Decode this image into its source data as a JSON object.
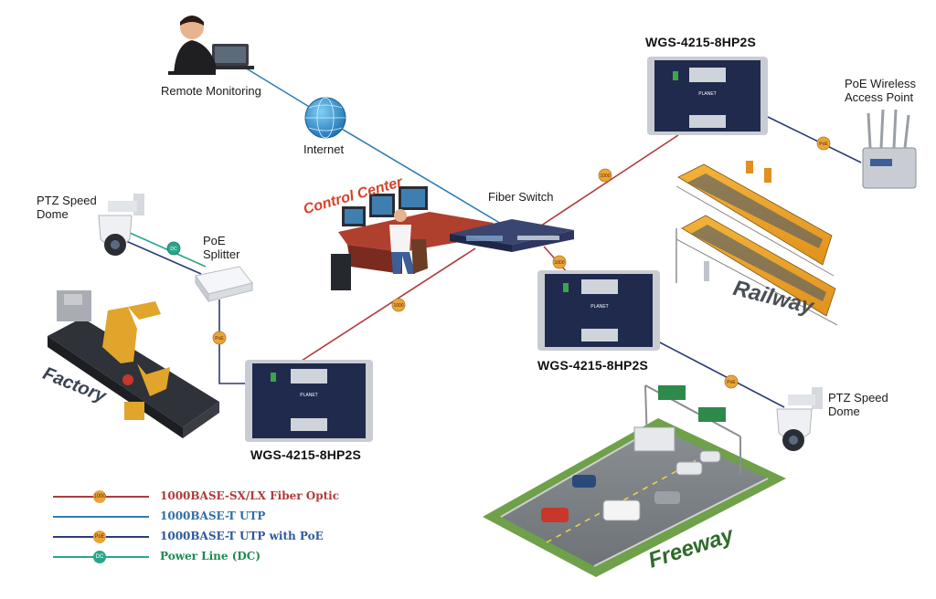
{
  "labels": {
    "remote_monitoring": "Remote Monitoring",
    "internet": "Internet",
    "control_center": "Control Center",
    "fiber_switch": "Fiber Switch",
    "ptz_left_line1": "PTZ Speed",
    "ptz_left_line2": "Dome",
    "poe_splitter_line1": "PoE",
    "poe_splitter_line2": "Splitter",
    "poe_ap_line1": "PoE Wireless",
    "poe_ap_line2": "Access Point",
    "ptz_right_line1": "PTZ Speed",
    "ptz_right_line2": "Dome",
    "railway": "Railway",
    "factory": "Factory",
    "freeway": "Freeway"
  },
  "switches": {
    "top": "WGS-4215-8HP2S",
    "middle": "WGS-4215-8HP2S",
    "bottom": "WGS-4215-8HP2S",
    "brand": "PLANET"
  },
  "badges": {
    "fiber": "1000",
    "poe": "PoE",
    "dc": "DC"
  },
  "legend": [
    {
      "text": "1000BASE-SX/LX Fiber Optic",
      "line_color": "#b03a3a",
      "text_color": "#b03a3a",
      "badge": "1000",
      "badge_color": "#e9a53a"
    },
    {
      "text": "1000BASE-T UTP",
      "line_color": "#2f7fb3",
      "text_color": "#2f6fa8",
      "badge": "",
      "badge_color": ""
    },
    {
      "text": "1000BASE-T UTP with PoE",
      "line_color": "#2b3c7a",
      "text_color": "#2f5a9a",
      "badge": "PoE",
      "badge_color": "#e9a53a"
    },
    {
      "text": "Power Line (DC)",
      "line_color": "#2aa58a",
      "text_color": "#1e8a4e",
      "badge": "DC",
      "badge_color": "#2aa58a"
    }
  ],
  "colors": {
    "fiber": "#b03a3a",
    "utp": "#2f7fb3",
    "poe": "#2b3c7a",
    "dc": "#2aa58a",
    "switch_body": "#1f2a4d",
    "switch_frame": "#c9ccd2"
  }
}
